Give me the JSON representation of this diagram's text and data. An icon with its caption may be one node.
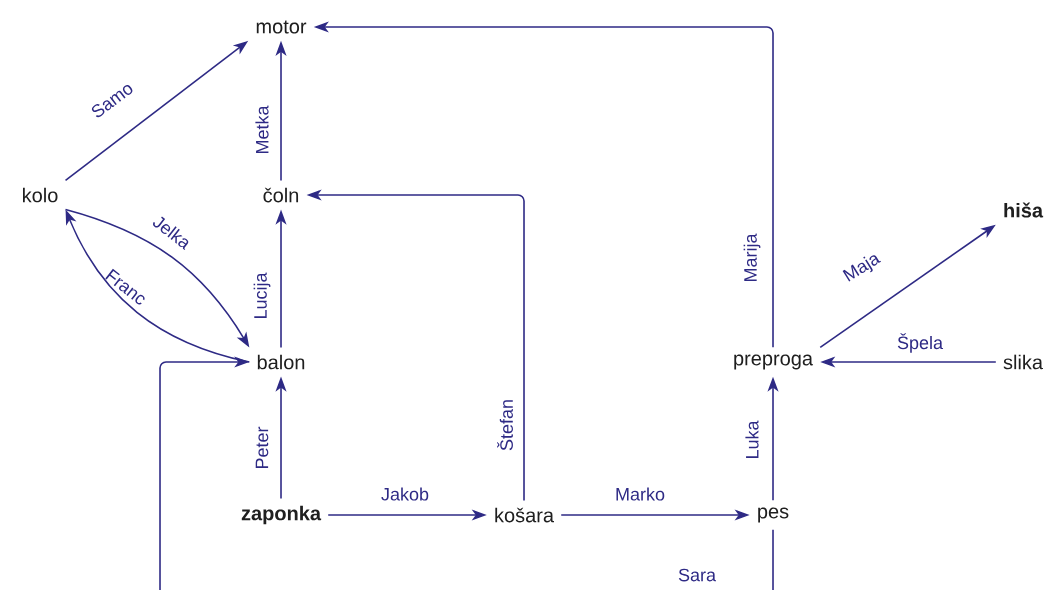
{
  "diagram": {
    "nodes": [
      {
        "text": [
          "motor"
        ]
      },
      {
        "text": [
          "kolo"
        ]
      },
      {
        "text": [
          "čoln"
        ]
      },
      {
        "text": [
          "hiša"
        ]
      },
      {
        "text": [
          "balon"
        ]
      },
      {
        "text": [
          "preproga"
        ]
      },
      {
        "text": [
          "slika"
        ]
      },
      {
        "text": [
          "zaponka"
        ]
      },
      {
        "text": [
          "košara"
        ]
      },
      {
        "text": [
          "pes"
        ]
      }
    ],
    "edges": [
      {
        "from": 1,
        "to": 0,
        "arrow": "to",
        "label": "Samo"
      },
      {
        "from": 1,
        "to": 4,
        "arrow": "to",
        "label": "Jelka"
      },
      {
        "from": 4,
        "to": 1,
        "arrow": "to",
        "label": "Franc"
      },
      {
        "from": 2,
        "to": 0,
        "arrow": "to",
        "label": "Metka"
      },
      {
        "from": 4,
        "to": 2,
        "arrow": "to",
        "label": "Lucija"
      },
      {
        "from": 7,
        "to": 4,
        "arrow": "to",
        "label": "Peter"
      },
      {
        "from": 7,
        "to": 8,
        "arrow": "to",
        "label": "Jakob"
      },
      {
        "from": 8,
        "to": 2,
        "arrow": "to",
        "label": "Štefan"
      },
      {
        "from": 8,
        "to": 9,
        "arrow": "to",
        "label": "Marko"
      },
      {
        "from": 9,
        "to": 5,
        "arrow": "to",
        "label": "Luka"
      },
      {
        "from": 5,
        "to": 0,
        "arrow": "to",
        "label": "Marija"
      },
      {
        "from": 5,
        "to": 3,
        "arrow": "to",
        "label": "Maja"
      },
      {
        "from": 6,
        "to": 5,
        "arrow": "to",
        "label": "Špela"
      },
      {
        "from": 9,
        "to": 4,
        "arrow": "to",
        "label": "Sara"
      }
    ]
  }
}
